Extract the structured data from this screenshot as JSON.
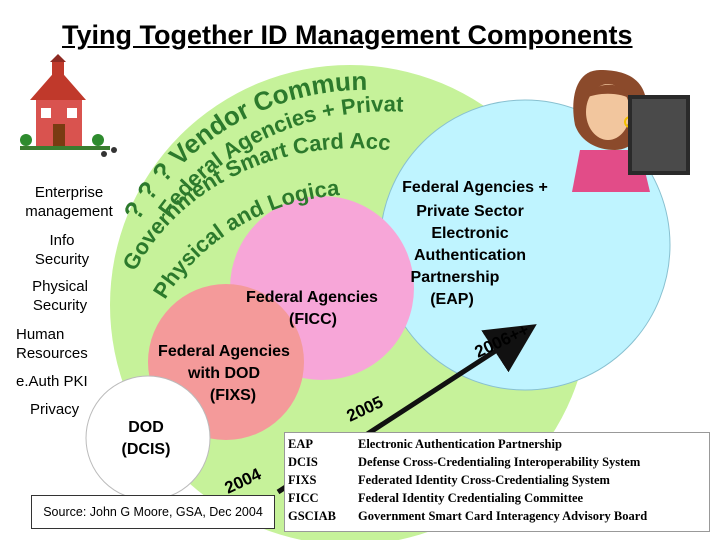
{
  "title": "Tying Together ID Management Components",
  "sideLabels": {
    "enterprise": "Enterprise\nmanagement",
    "info": "Info\nSecurity",
    "physical": "Physical\nSecurity",
    "human": "Human\nResources",
    "eauth": "e.Auth PKI",
    "privacy": "Privacy"
  },
  "circles": {
    "dcis": [
      "DOD",
      "(DCIS)"
    ],
    "fixs": [
      "Federal Agencies",
      "with DOD",
      "(FIXS)"
    ],
    "ficc": [
      "Federal Agencies",
      "(FICC)"
    ],
    "eap": [
      "Federal Agencies +",
      "Private Sector",
      "Electronic",
      "Authentication",
      "Partnership",
      "(EAP)"
    ]
  },
  "arcText": {
    "community": "? ? ? Vendor Community ? ? ?",
    "privateSector": "Federal Agencies + Private Sector (GSCIAB)",
    "government": "Government Smart Card Access",
    "physical": "Physical and Logical"
  },
  "years": {
    "y2004": "2004",
    "y2005": "2005",
    "y2006": "2006++"
  },
  "source": "Source: John G Moore, GSA, Dec 2004",
  "legend": [
    {
      "abbr": "EAP",
      "full": "Electronic Authentication Partnership"
    },
    {
      "abbr": "DCIS",
      "full": "Defense Cross-Credentialing Interoperability System"
    },
    {
      "abbr": "FIXS",
      "full": "Federated Identity Cross-Credentialing System"
    },
    {
      "abbr": "FICC",
      "full": "Federal Identity Credentialing Committee"
    },
    {
      "abbr": "GSCIAB",
      "full": "Government Smart Card Interagency Advisory Board"
    }
  ],
  "colors": {
    "outerCircle": "#c6f29a",
    "ficcCircle": "#f7a6d8",
    "fixsCircle": "#f49a9a",
    "dcisCircle": "#ffffff",
    "eapCircle": "#bff4ff",
    "communityCircle": "#4fe39a",
    "arcTextFill": "#2c7a2c",
    "arrow": "#111111"
  }
}
